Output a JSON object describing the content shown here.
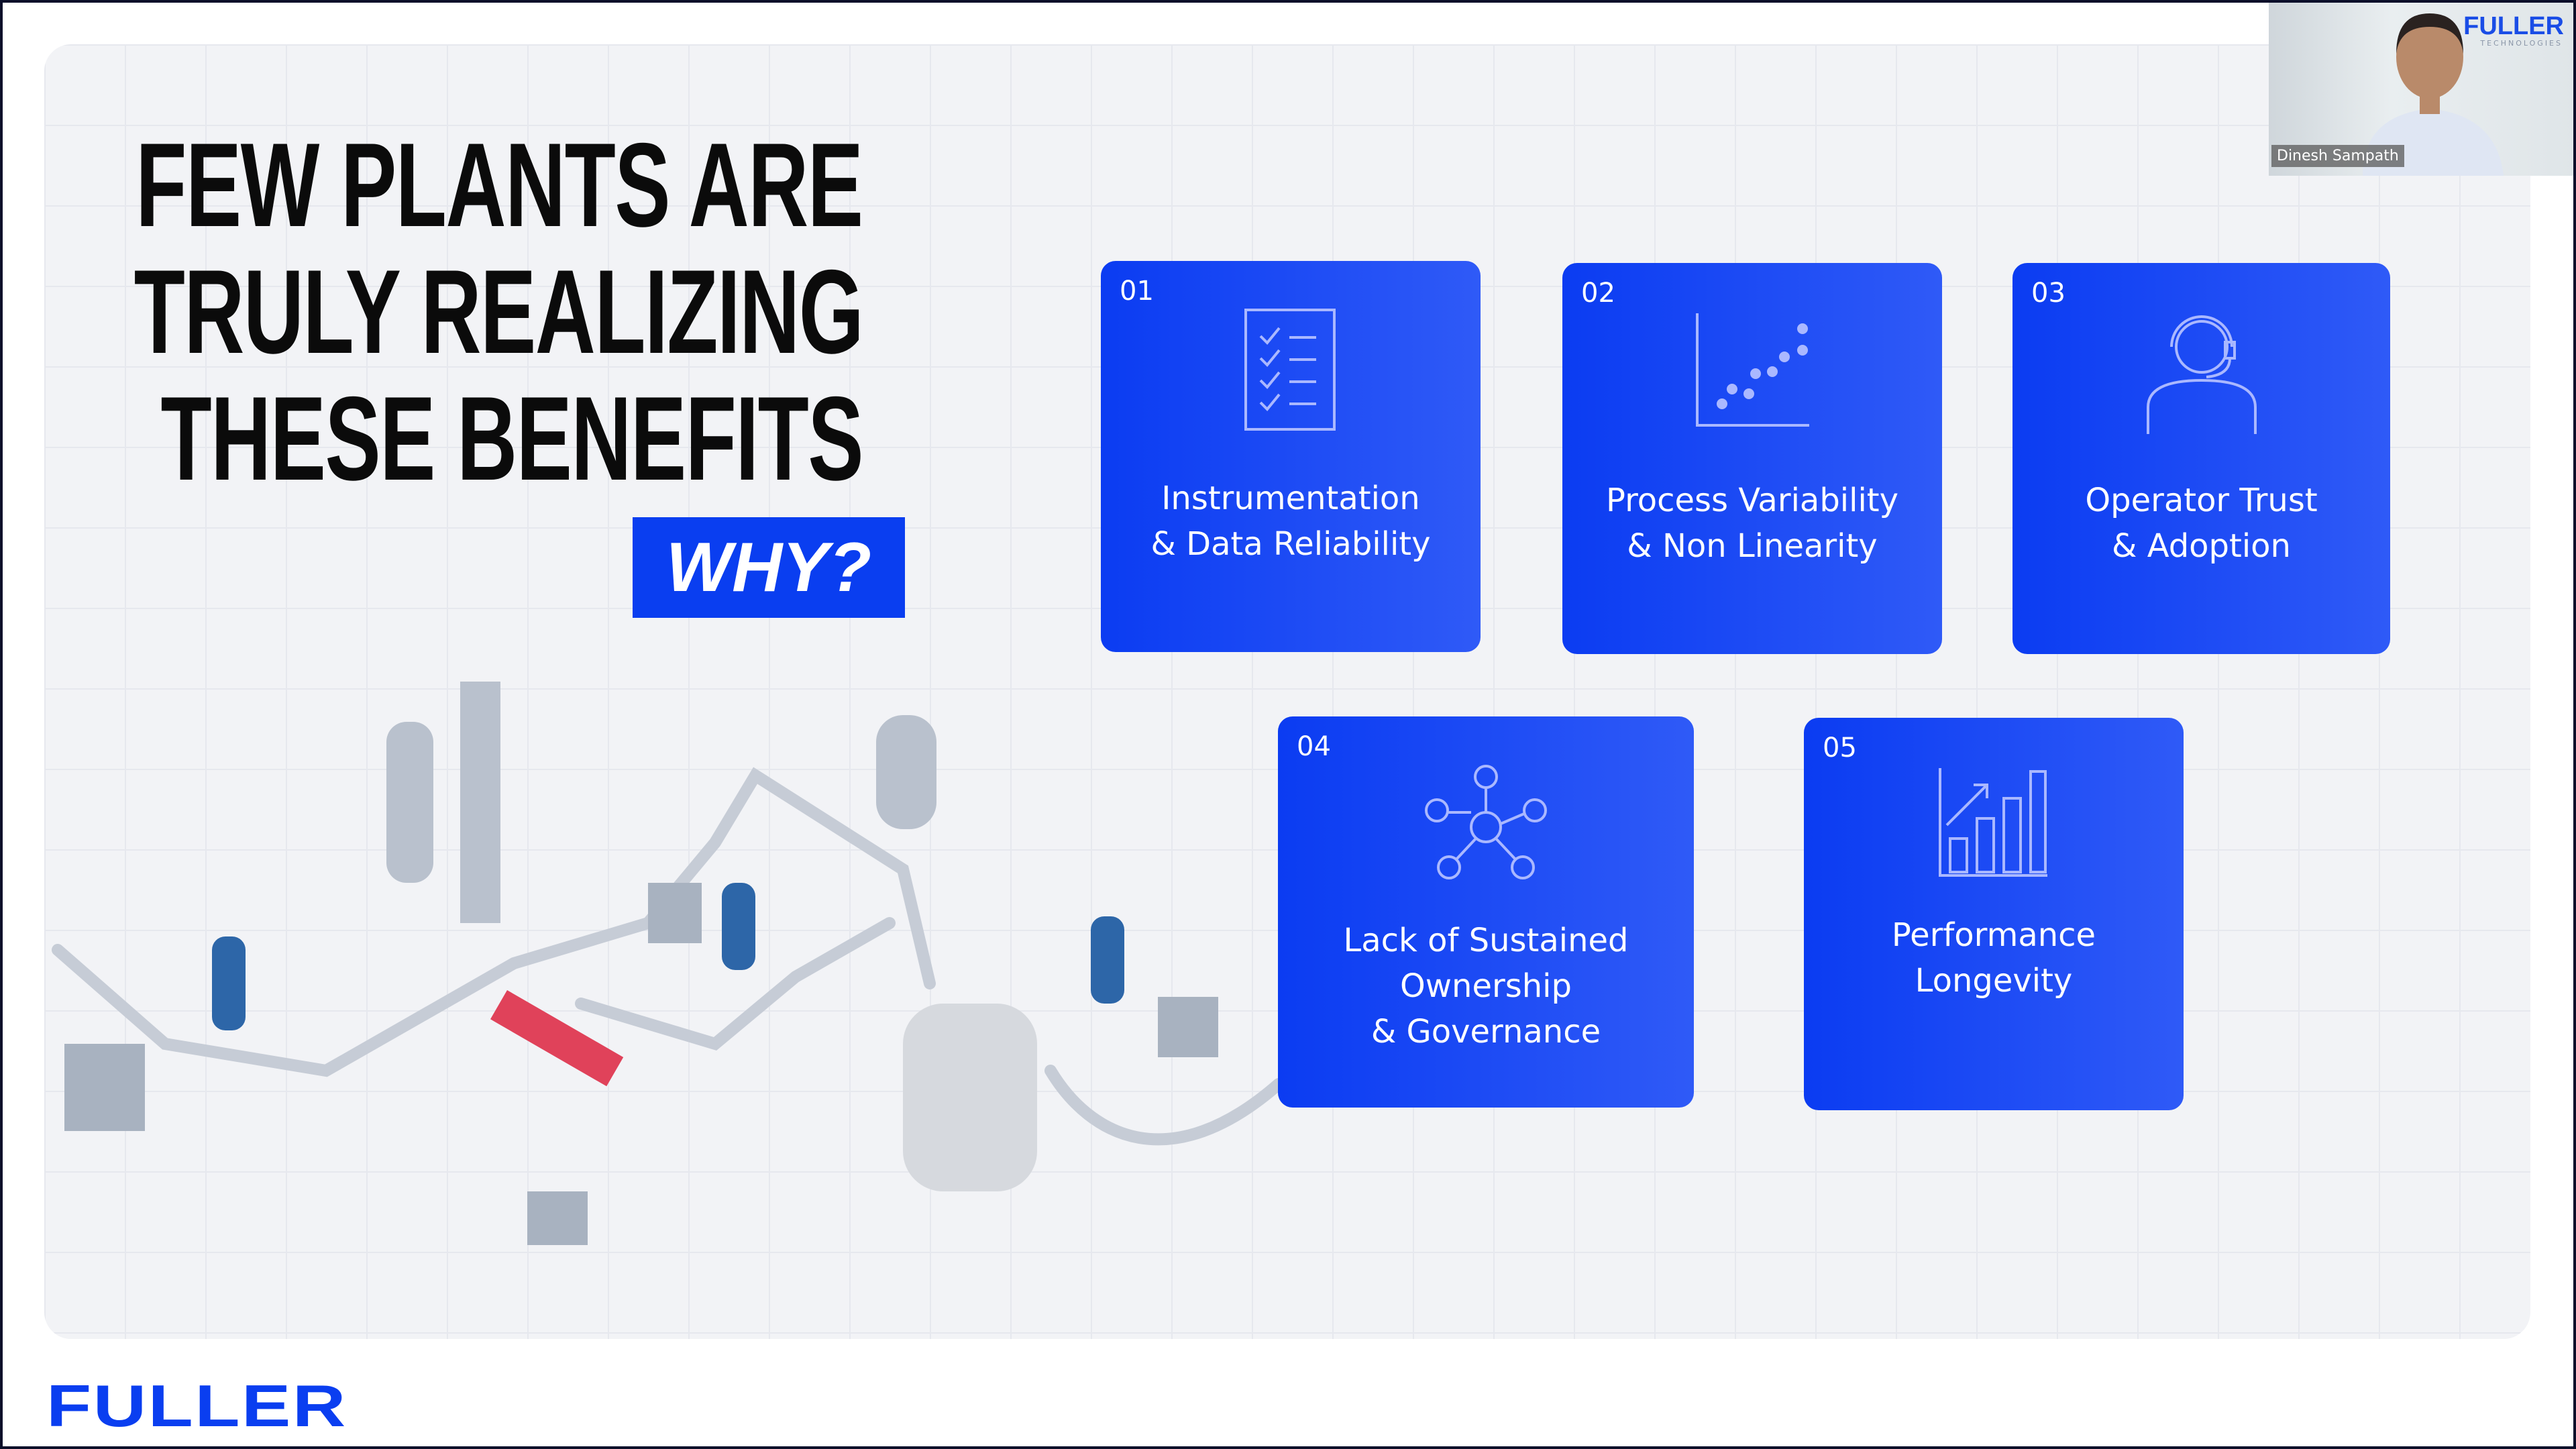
{
  "slide": {
    "title_lines": [
      "FEW PLANTS ARE",
      "TRULY REALIZING",
      "THESE BENEFITS"
    ],
    "why_label": "WHY?",
    "accent_color": "#0a3ef0",
    "cards": [
      {
        "number": "01",
        "line1": "Instrumentation",
        "line2": "& Data Reliability",
        "line3": "",
        "icon": "checklist-icon"
      },
      {
        "number": "02",
        "line1": "Process Variability",
        "line2": "& Non Linearity",
        "line3": "",
        "icon": "scatter-plot-icon"
      },
      {
        "number": "03",
        "line1": "Operator Trust",
        "line2": "& Adoption",
        "line3": "",
        "icon": "operator-headset-icon"
      },
      {
        "number": "04",
        "line1": "Lack of Sustained",
        "line2": "Ownership",
        "line3": "& Governance",
        "icon": "network-people-icon"
      },
      {
        "number": "05",
        "line1": "Performance",
        "line2": "Longevity",
        "line3": "",
        "icon": "bar-chart-growth-icon"
      }
    ],
    "footer_logo": "FULLER"
  },
  "webcam": {
    "participant_name": "Dinesh Sampath",
    "logo": "FULLER",
    "logo_sub": "TECHNOLOGIES"
  }
}
